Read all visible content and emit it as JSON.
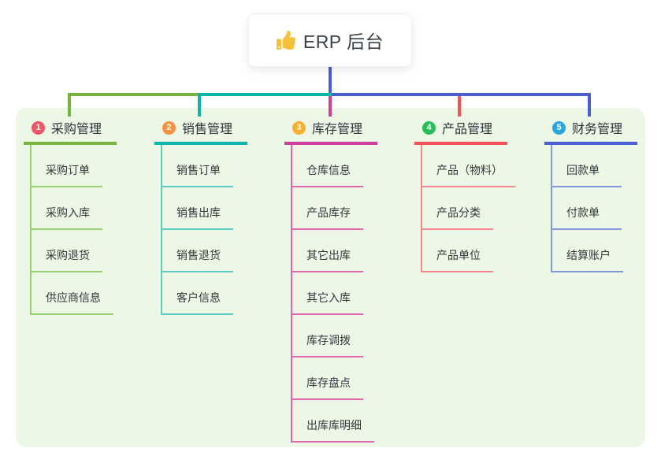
{
  "root": {
    "title": "ERP 后台",
    "icon": "thumbs-up-icon"
  },
  "connector_color": "#4a5fd1",
  "panel_bg": "#ecf7e5",
  "branches": [
    {
      "num": "1",
      "label": "采购管理",
      "key": "purchase",
      "color": "#76b43e",
      "light": "#9bcf73",
      "badge": "#ee5566",
      "children": [
        "采购订单",
        "采购入库",
        "采购退货",
        "供应商信息"
      ]
    },
    {
      "num": "2",
      "label": "销售管理",
      "key": "sales",
      "color": "#10b5aa",
      "light": "#5eccc3",
      "badge": "#f7913f",
      "children": [
        "销售订单",
        "销售出库",
        "销售退货",
        "客户信息"
      ]
    },
    {
      "num": "3",
      "label": "库存管理",
      "key": "inventory",
      "color": "#ce3e9b",
      "light": "#e068af",
      "badge": "#f6b02f",
      "children": [
        "仓库信息",
        "产品库存",
        "其它出库",
        "其它入库",
        "库存调拨",
        "库存盘点",
        "出库库明细"
      ]
    },
    {
      "num": "4",
      "label": "产品管理",
      "key": "product",
      "color": "#f4525a",
      "light": "#f8878b",
      "badge": "#29bd5a",
      "children": [
        "产品（物料）",
        "产品分类",
        "产品单位"
      ]
    },
    {
      "num": "5",
      "label": "财务管理",
      "key": "finance",
      "color": "#4a5fd1",
      "light": "#8199da",
      "badge": "#29a6e0",
      "children": [
        "回款单",
        "付款单",
        "结算账户"
      ]
    }
  ]
}
